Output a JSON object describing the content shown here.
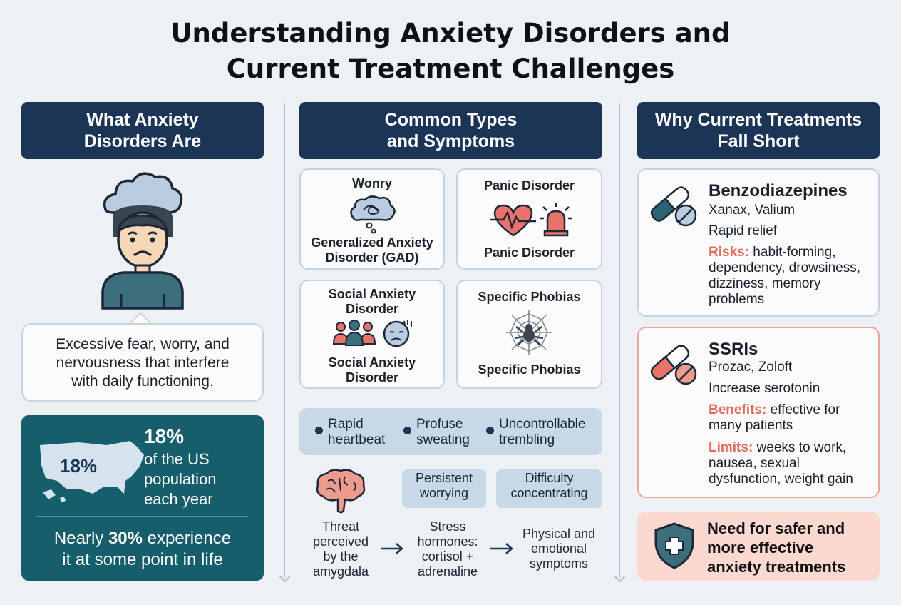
{
  "title": {
    "line1": "Understanding Anxiety Disorders and",
    "line2": "Current Treatment Challenges"
  },
  "col1": {
    "header_line1": "What Anxiety",
    "header_line2": "Disorders Are",
    "definition_line1": "Excessive fear, worry, and",
    "definition_line2": "nervousness that interfere",
    "definition_line3": "with daily functioning.",
    "map_label": "18%",
    "stat_value": "18%",
    "stat_line1": "of the US",
    "stat_line2": "population",
    "stat_line3": "each year",
    "lifetime_pre": "Nearly ",
    "lifetime_value": "30%",
    "lifetime_post": " experience",
    "lifetime_line2": "it at some point in life"
  },
  "col2": {
    "header_line1": "Common Types",
    "header_line2": "and Symptoms",
    "types": [
      {
        "top": "Wonry",
        "bottom_line1": "Generalized Anxiety",
        "bottom_line2": "Disorder (GAD)"
      },
      {
        "top": "Panic Disorder",
        "bottom_line1": "Panic Disorder"
      },
      {
        "top_line1": "Social Anxiety",
        "top_line2": "Disorder",
        "bottom_line1": "Social Anxiety",
        "bottom_line2": "Disorder"
      },
      {
        "top": "Specific Phobias",
        "bottom_line1": "Specific Phobias"
      }
    ],
    "symptoms": [
      {
        "line1": "Rapid",
        "line2": "heartbeat"
      },
      {
        "line1": "Profuse",
        "line2": "sweating"
      },
      {
        "line1": "Uncontrollable",
        "line2": "trembling"
      }
    ],
    "tags": [
      {
        "line1": "Persistent",
        "line2": "worrying"
      },
      {
        "line1": "Difficulty",
        "line2": "concentrating"
      }
    ],
    "flow": [
      {
        "line1": "Threat",
        "line2": "perceived",
        "line3": "by the",
        "line4": "amygdala"
      },
      {
        "line1": "Stress",
        "line2": "hormones:",
        "line3": "cortisol +",
        "line4": "adrenaline"
      },
      {
        "line1": "Physical and",
        "line2": "emotional",
        "line3": "symptoms"
      }
    ]
  },
  "col3": {
    "header_line1": "Why Current Treatments",
    "header_line2": "Fall Short",
    "benzo": {
      "name": "Benzodiazepines",
      "examples": "Xanax, Valium",
      "effect": "Rapid relief",
      "risks_label": "Risks:",
      "risks_line1": " habit-forming,",
      "risks_line2": "dependency, drowsiness,",
      "risks_line3": "dizziness, memory",
      "risks_line4": "problems"
    },
    "ssri": {
      "name": "SSRIs",
      "examples": "Prozac, Zoloft",
      "effect": "Increase serotonin",
      "benefits_label": "Benefits:",
      "benefits_line1": " effective for",
      "benefits_line2": "many patients",
      "limits_label": "Limits:",
      "limits_line1": " weeks to work,",
      "limits_line2": "nausea, sexual",
      "limits_line3": "dysfunction, weight gain"
    },
    "need_line1": "Need for safer and",
    "need_line2": "more effective",
    "need_line3": "anxiety treatments"
  },
  "colors": {
    "navy": "#1c3557",
    "teal": "#165e6b",
    "coral": "#e06b5a",
    "pill_teal": "#2c6473",
    "light_blue": "#c8d8e6",
    "pink": "#fbd9d1"
  },
  "icons": [
    "storm-cloud-icon",
    "worried-person-icon",
    "us-map-icon",
    "thought-bubble-icon",
    "heart-pulse-icon",
    "alarm-light-icon",
    "group-people-icon",
    "anxious-face-icon",
    "spider-web-icon",
    "brain-icon",
    "arrow-right-icon",
    "pill-capsule-icon",
    "pill-tablet-icon",
    "shield-cross-icon"
  ]
}
